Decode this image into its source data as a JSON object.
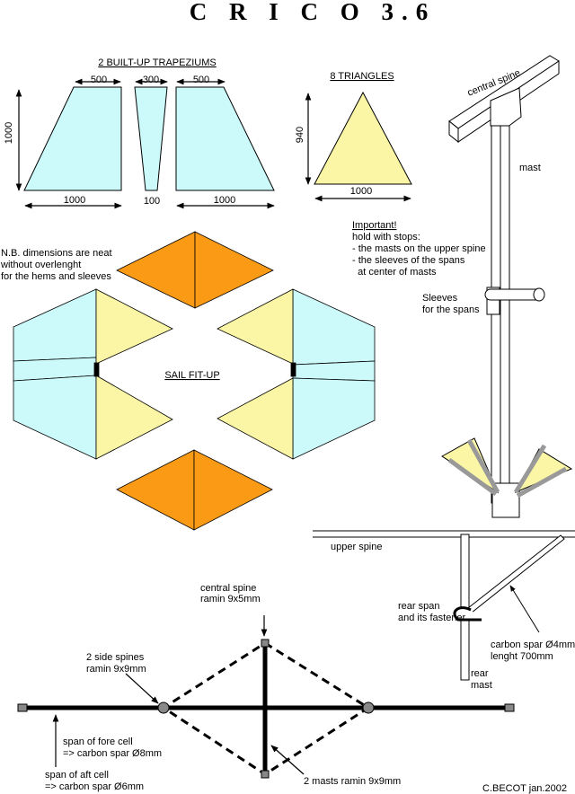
{
  "title": "C R I C O  3.6",
  "trapeziums": {
    "heading": "2 BUILT-UP TRAPEZIUMS",
    "dim_top_left": "500",
    "dim_top_mid": "300",
    "dim_top_right": "500",
    "dim_height": "1000",
    "dim_bottom_left": "1000",
    "dim_bottom_mid": "100",
    "dim_bottom_right": "1000"
  },
  "triangles": {
    "heading": "8 TRIANGLES",
    "dim_height": "940",
    "dim_base": "1000"
  },
  "note_neat": [
    "N.B. dimensions are neat",
    "without overlenght",
    "for the hems and sleeves"
  ],
  "sail_fitup": "SAIL FIT-UP",
  "important": {
    "heading": "Important!",
    "lines": [
      "hold with stops:",
      "- the masts on the upper spine",
      "- the sleeves of the spans",
      "  at center of masts"
    ]
  },
  "mast_detail": {
    "central_spine": "central spine",
    "mast": "mast",
    "sleeves": [
      "Sleeves",
      "for the spans"
    ]
  },
  "rear_detail": {
    "upper_spine": "upper spine",
    "rear_span": [
      "rear span",
      "and its fastener"
    ],
    "carbon": [
      "carbon spar Ø4mm",
      "lenght 700mm"
    ],
    "rear_mast": [
      "rear",
      "mast"
    ]
  },
  "frame": {
    "central_spine": [
      "central spine",
      "ramin 9x5mm"
    ],
    "side_spines": [
      "2 side spines",
      "ramin 9x9mm"
    ],
    "fore_span": [
      "span of fore cell",
      "=> carbon spar Ø8mm"
    ],
    "aft_span": [
      "span of aft cell",
      "=> carbon spar Ø6mm"
    ],
    "masts": "2 masts ramin 9x9mm"
  },
  "signature": "C.BECOT  jan.2002",
  "colors": {
    "blue": "#ccfafb",
    "yellow": "#fbf6a6",
    "orange": "#fb9a14",
    "line": "#000000"
  }
}
